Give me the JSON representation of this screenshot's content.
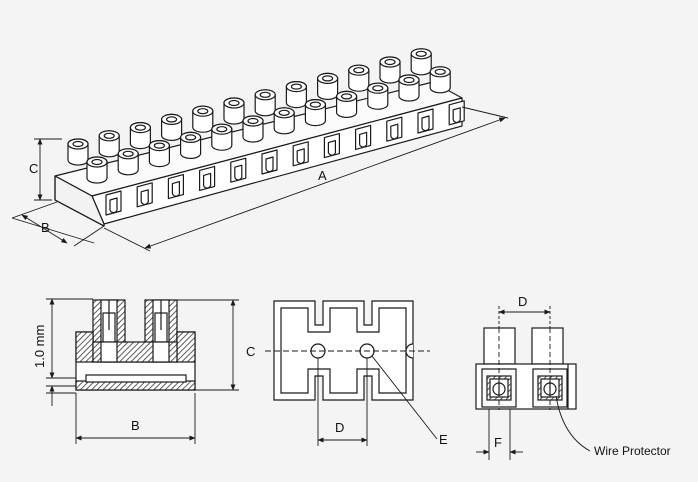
{
  "labels": {
    "dim_a": "A",
    "dim_b": "B",
    "dim_c": "C",
    "dim_d": "D",
    "dim_e": "E",
    "dim_f": "F",
    "thickness": "1.0 mm",
    "wire_protector": "Wire Protector"
  },
  "colors": {
    "line": "#1a1a1a",
    "body_fill": "#ffffff",
    "background": "#f4f4f4",
    "hatch": "#333333"
  },
  "terminal_block": {
    "ways": 12
  }
}
